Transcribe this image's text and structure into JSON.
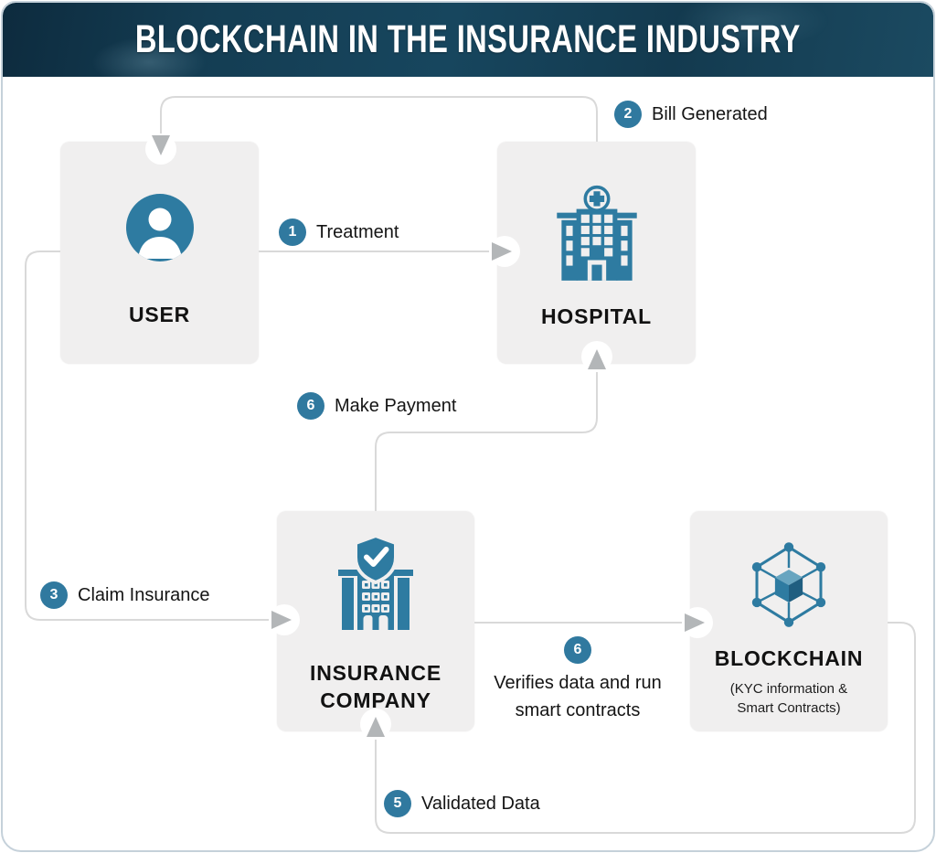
{
  "header": {
    "title": "BLOCKCHAIN IN THE INSURANCE INDUSTRY"
  },
  "colors": {
    "accent_blue": "#2e7ba1",
    "badge_blue": "#30799f",
    "connector_gray": "#d9d9d9",
    "arrowhead_gray": "#b3b6b8",
    "node_bg": "#f0efef",
    "header_dark": "#0d2b3e",
    "title_text": "#ffffff"
  },
  "nodes": {
    "user": {
      "label": "USER",
      "icon": "person-icon"
    },
    "hospital": {
      "label": "HOSPITAL",
      "icon": "hospital-building-icon"
    },
    "insurance": {
      "label": "INSURANCE COMPANY",
      "icon": "insurance-shield-building-icon"
    },
    "blockchain": {
      "label": "BLOCKCHAIN",
      "sublabel": "(KYC information & Smart Contracts)",
      "icon": "blockchain-cube-network-icon"
    }
  },
  "flows": [
    {
      "number": "1",
      "label": "Treatment",
      "from": "user",
      "to": "hospital"
    },
    {
      "number": "2",
      "label": "Bill Generated",
      "from": "hospital",
      "to": "user"
    },
    {
      "number": "3",
      "label": "Claim Insurance",
      "from": "user",
      "to": "insurance"
    },
    {
      "number": "6",
      "label": "Make Payment",
      "from": "insurance",
      "to": "hospital"
    },
    {
      "number": "6",
      "label": "Verifies data and run smart contracts",
      "from": "insurance",
      "to": "blockchain"
    },
    {
      "number": "5",
      "label": "Validated Data",
      "from": "blockchain",
      "to": "insurance"
    }
  ]
}
